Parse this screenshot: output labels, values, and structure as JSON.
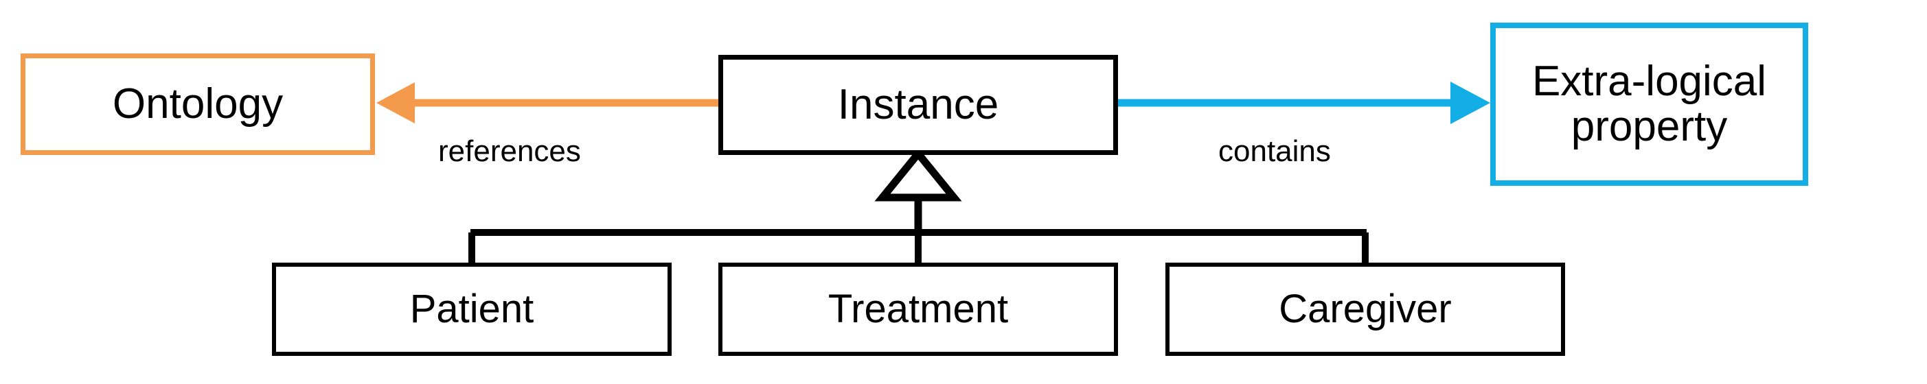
{
  "diagram": {
    "type": "uml-class-diagram",
    "background": "#ffffff",
    "colors": {
      "orange": "#F49A4C",
      "cyan": "#12AEE5",
      "black": "#000000"
    },
    "nodes": [
      {
        "id": "ontology",
        "label": "Ontology",
        "border_color": "#F49A4C"
      },
      {
        "id": "instance",
        "label": "Instance",
        "border_color": "#000000"
      },
      {
        "id": "extra_logical_property",
        "label": "Extra-logical\nproperty",
        "border_color": "#12AEE5"
      },
      {
        "id": "patient",
        "label": "Patient",
        "border_color": "#000000"
      },
      {
        "id": "treatment",
        "label": "Treatment",
        "border_color": "#000000"
      },
      {
        "id": "caregiver",
        "label": "Caregiver",
        "border_color": "#000000"
      }
    ],
    "edges": [
      {
        "id": "references",
        "label": "references",
        "from": "instance",
        "to": "ontology",
        "color": "#F49A4C",
        "arrow": "open-triangle-left",
        "kind": "association"
      },
      {
        "id": "contains",
        "label": "contains",
        "from": "instance",
        "to": "extra_logical_property",
        "color": "#12AEE5",
        "arrow": "open-triangle-right",
        "kind": "association"
      },
      {
        "id": "generalization",
        "label": "",
        "from": [
          "patient",
          "treatment",
          "caregiver"
        ],
        "to": "instance",
        "color": "#000000",
        "arrow": "hollow-triangle-up",
        "kind": "generalization"
      }
    ]
  }
}
